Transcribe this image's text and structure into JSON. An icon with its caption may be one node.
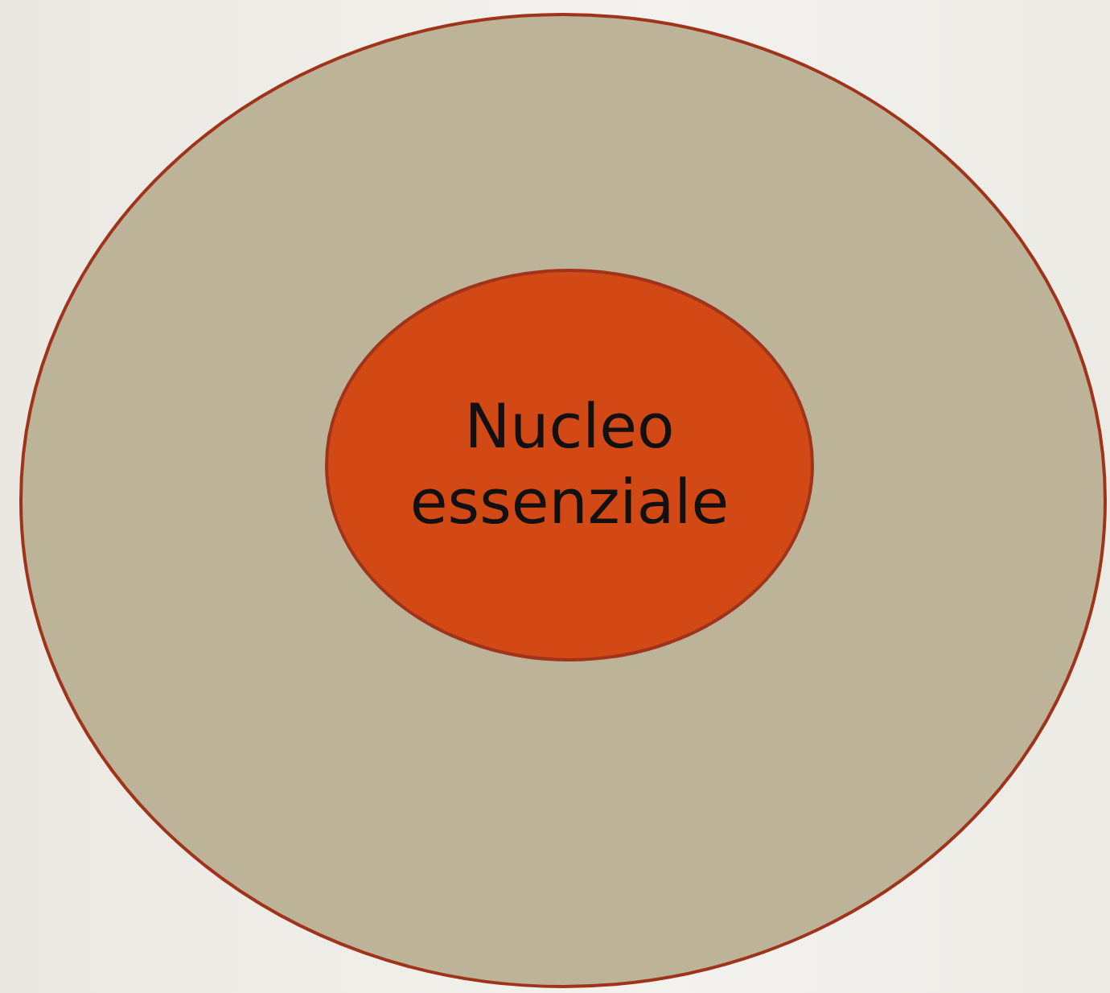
{
  "diagram": {
    "nodes": [
      {
        "text": [],
        "shape": "circle"
      },
      {
        "text": [
          "Nucleo essenziale"
        ],
        "in": 0
      }
    ]
  }
}
